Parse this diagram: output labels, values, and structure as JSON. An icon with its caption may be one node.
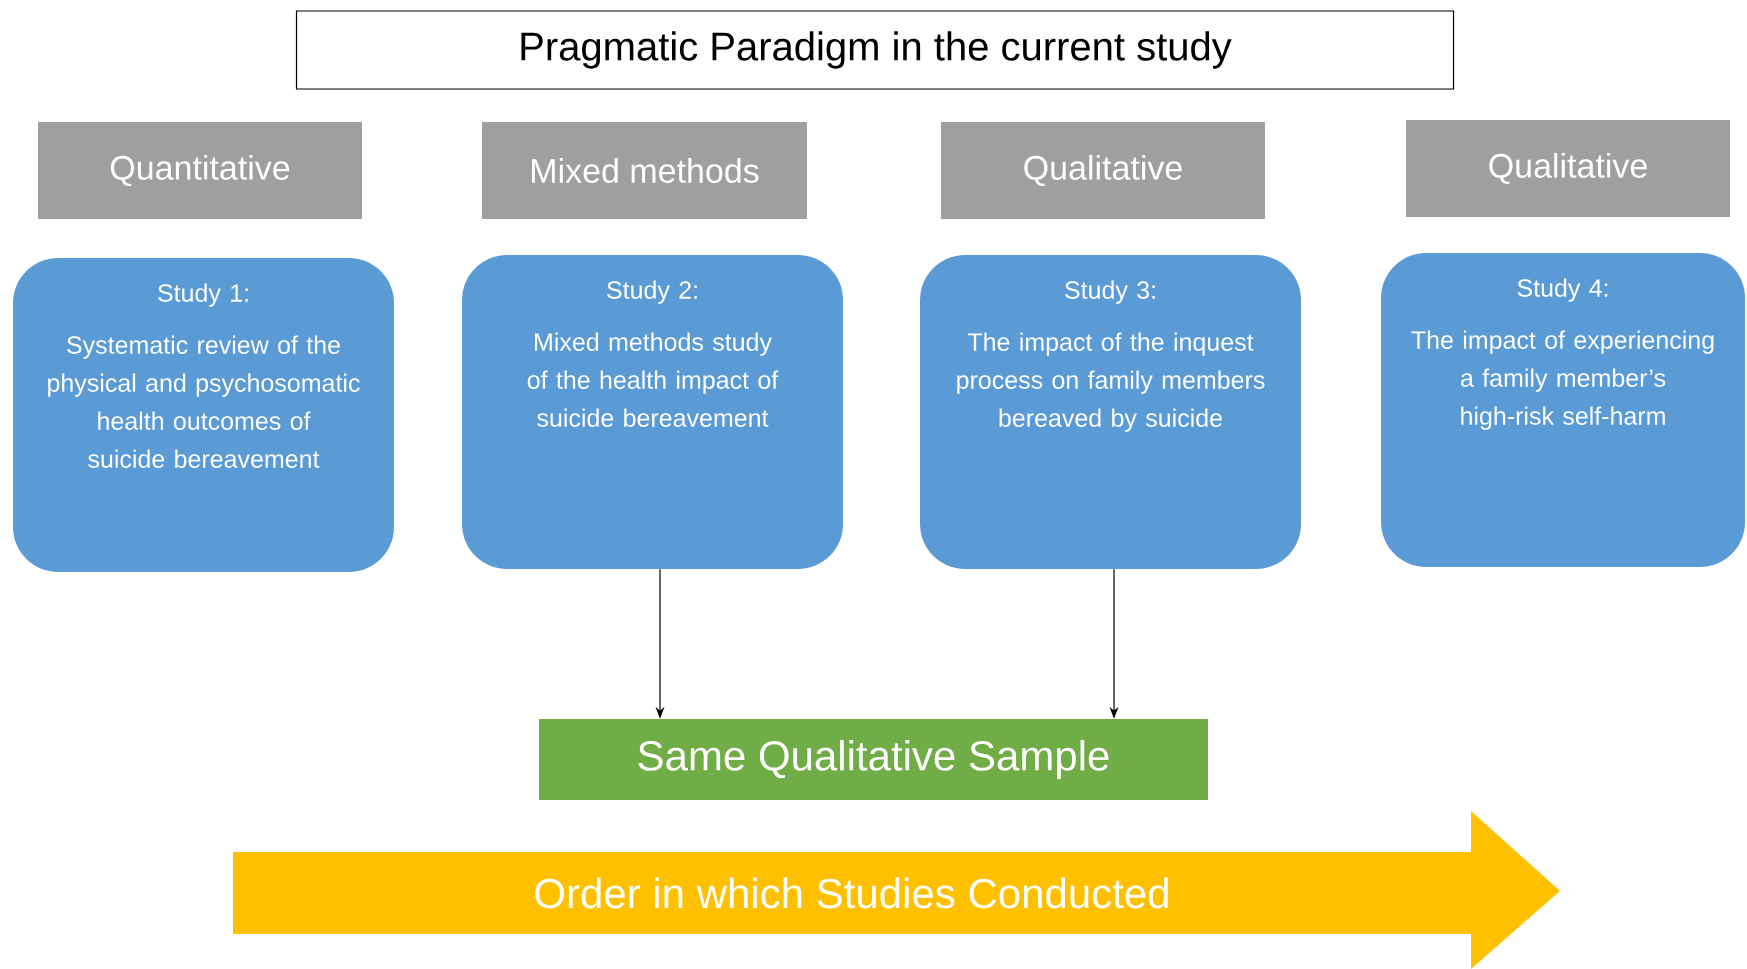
{
  "diagram": {
    "title": "Pragmatic Paradigm in the current study",
    "nodes": [
      {
        "text": [
          "Quantitative"
        ]
      },
      {
        "text": [
          "Mixed methods"
        ]
      },
      {
        "text": [
          "Qualitative"
        ]
      },
      {
        "text": [
          "Qualitative"
        ]
      },
      {
        "text": [
          "Study 1:",
          "Systematic review of the physical and psychosomatic health outcomes of suicide bereavement"
        ]
      },
      {
        "text": [
          "Study 2:",
          "Mixed methods study of the health impact of suicide bereavement"
        ]
      },
      {
        "text": [
          "Study 3:",
          "The impact of the inquest process on family members bereaved by suicide"
        ]
      },
      {
        "text": [
          "Study 4:",
          "The impact of experiencing a family member’s high-risk self-harm"
        ]
      },
      {
        "text": [
          "Same Qualitative Sample"
        ]
      },
      {
        "text": [
          "Order in which Studies Conducted"
        ]
      }
    ],
    "edges": [
      {
        "from": 5,
        "to": 8,
        "arrow": "to"
      },
      {
        "from": 6,
        "to": 8,
        "arrow": "to"
      }
    ]
  }
}
